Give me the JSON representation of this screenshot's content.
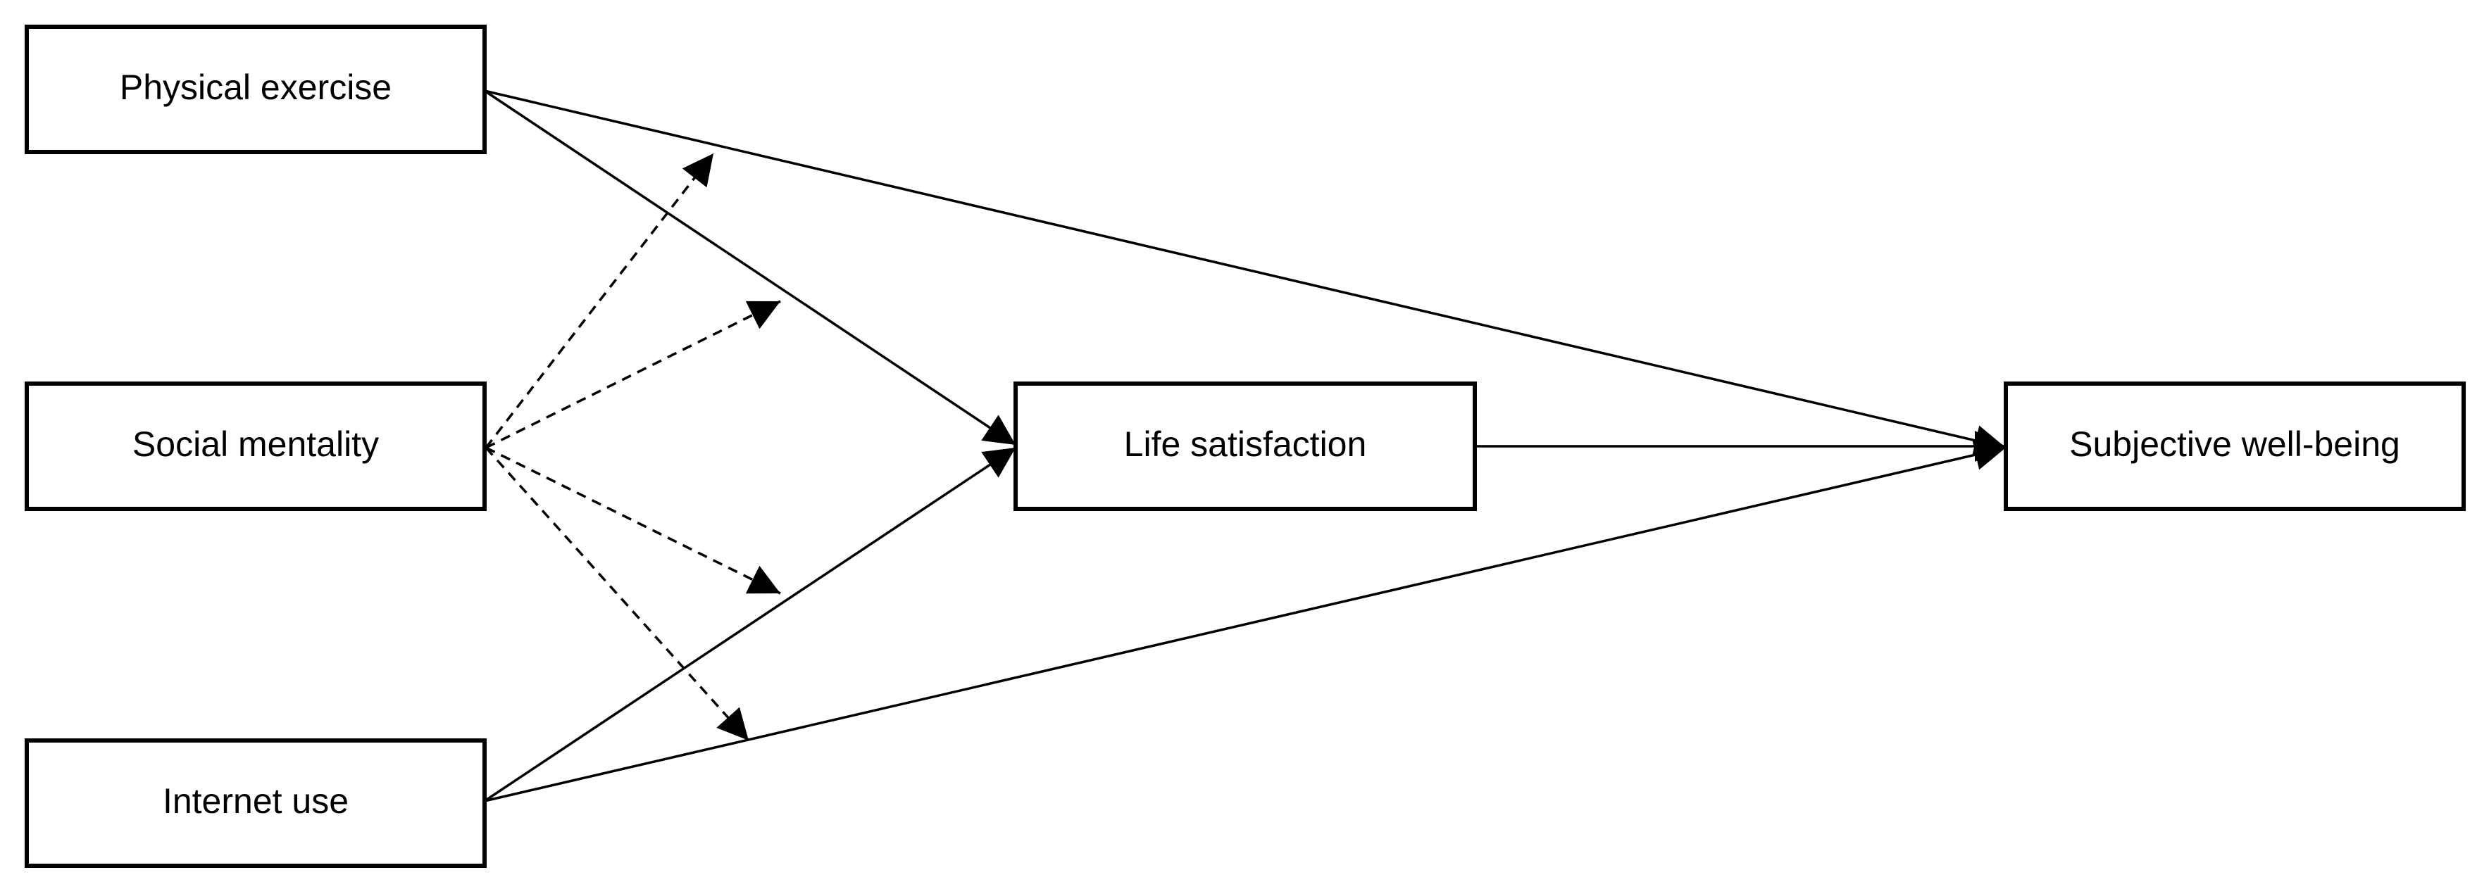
{
  "diagram": {
    "nodes": {
      "physical_exercise": "Physical exercise",
      "social_mentality": "Social mentality",
      "internet_use": "Internet use",
      "life_satisfaction": "Life satisfaction",
      "subjective_well_being": "Subjective well-being"
    },
    "colors": {
      "line": "#000000",
      "box_fill": "#ffffff"
    },
    "edge_styles": {
      "direct_paths": "solid",
      "moderation_paths": "dashed"
    }
  }
}
